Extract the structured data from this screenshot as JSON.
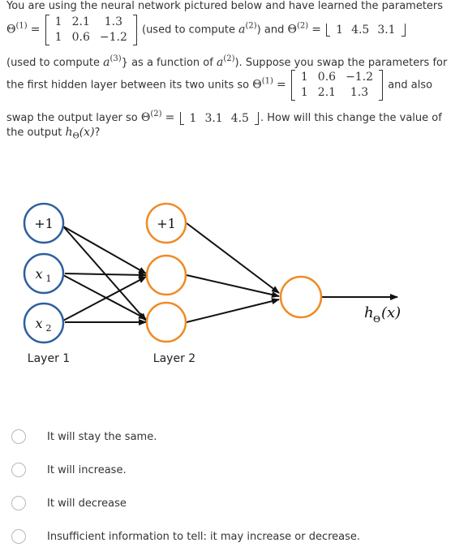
{
  "question": {
    "intro": "You are using the neural network pictured below and have learned the parameters",
    "theta1_symbol": "Θ",
    "theta1_sup": "(1)",
    "equals": "=",
    "theta1_matrix": [
      [
        "1",
        "2.1",
        "1.3"
      ],
      [
        "1",
        "0.6",
        "−1.2"
      ]
    ],
    "used_a2_pre": "(used to compute ",
    "a_symbol": "a",
    "a2_sup": "(2)",
    "used_a2_post": ") and ",
    "theta2_symbol": "Θ",
    "theta2_sup": "(2)",
    "theta2_vector": [
      "1",
      "4.5",
      "3.1"
    ],
    "line3_pre": "(used to compute ",
    "a3_sup": "(3)",
    "line3_mid": "} as a function of ",
    "line3_post": "). Suppose you swap the parameters for",
    "line4_pre": "the first hidden layer between its two units so ",
    "swapped_theta1_matrix": [
      [
        "1",
        "0.6",
        "−1.2"
      ],
      [
        "1",
        "2.1",
        "1.3"
      ]
    ],
    "line4_post": "and also",
    "line5_pre": "swap the output layer so ",
    "swapped_theta2_vector": [
      "1",
      "3.1",
      "4.5"
    ],
    "line5_post": ". How will this change the value of",
    "line6_pre": "the output ",
    "h_symbol": "h",
    "h_sub": "Θ",
    "x_arg": "(x)",
    "line6_post": "?"
  },
  "diagram": {
    "input_nodes": [
      "+1",
      "x",
      "x"
    ],
    "input_subs": [
      "",
      "1",
      "2"
    ],
    "hidden_bias_label": "+1",
    "layer1_label": "Layer 1",
    "layer2_label": "Layer 2",
    "output_label_h": "h",
    "output_label_sub": "Θ",
    "output_label_arg": "(x)",
    "colors": {
      "input": "#2e5e9e",
      "hidden": "#f08a24",
      "arrow": "#111111"
    }
  },
  "options": [
    {
      "label": "It will stay the same."
    },
    {
      "label": "It will increase."
    },
    {
      "label": "It will decrease"
    },
    {
      "label": "Insufficient information to tell: it may increase or decrease."
    }
  ]
}
